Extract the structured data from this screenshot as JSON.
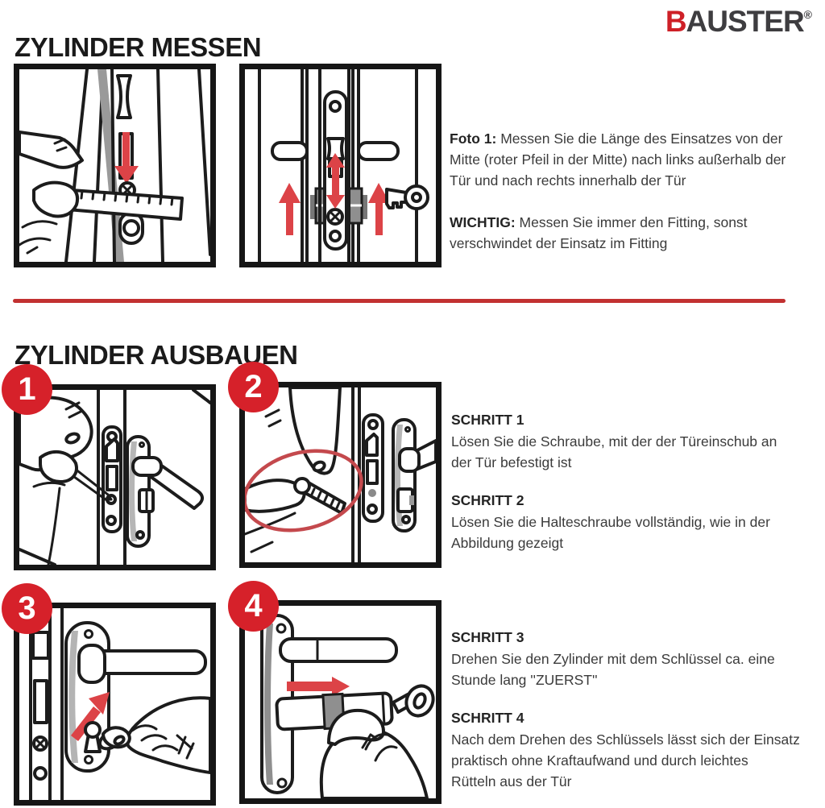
{
  "header": {
    "title_messen": "ZYLINDER MESSEN",
    "logo": {
      "b": "B",
      "rest": "AUSTER",
      "reg": "®"
    }
  },
  "section_messen": {
    "foto_label": "Foto 1:",
    "foto_text": " Messen Sie die Länge des Einsatzes von der\nMitte (roter Pfeil in der Mitte) nach links außerhalb der\nTür und nach rechts innerhalb der Tür",
    "wichtig_label": "WICHTIG:",
    "wichtig_text": " Messen Sie immer den Fitting, sonst\nverschwindet der Einsatz im Fitting"
  },
  "section_ausbauen": {
    "title": "ZYLINDER AUSBAUEN",
    "steps": [
      {
        "number": "1",
        "heading": "SCHRITT 1",
        "text": "Lösen Sie die Schraube, mit der der Türeinschub an\nder Tür befestigt ist"
      },
      {
        "number": "2",
        "heading": "SCHRITT 2",
        "text": "Lösen Sie die Halteschraube vollständig, wie in der\nAbbildung gezeigt"
      },
      {
        "number": "3",
        "heading": "SCHRITT 3",
        "text": "Drehen Sie den Zylinder mit dem Schlüssel ca. eine\nStunde lang ''ZUERST''"
      },
      {
        "number": "4",
        "heading": "SCHRITT 4",
        "text": "Nach dem Drehen des Schlüssels lässt sich der Einsatz\npraktisch ohne Kraftaufwand und durch leichtes\nRütteln aus der Tür"
      }
    ]
  },
  "colors": {
    "accent_red": "#d6212a",
    "arrow_red": "#dc4347",
    "divider_red": "#c23131",
    "logo_red": "#ce2027",
    "logo_gray": "#3e3d40",
    "line_black": "#1c1c1c",
    "body_text": "#3b3b3b"
  }
}
